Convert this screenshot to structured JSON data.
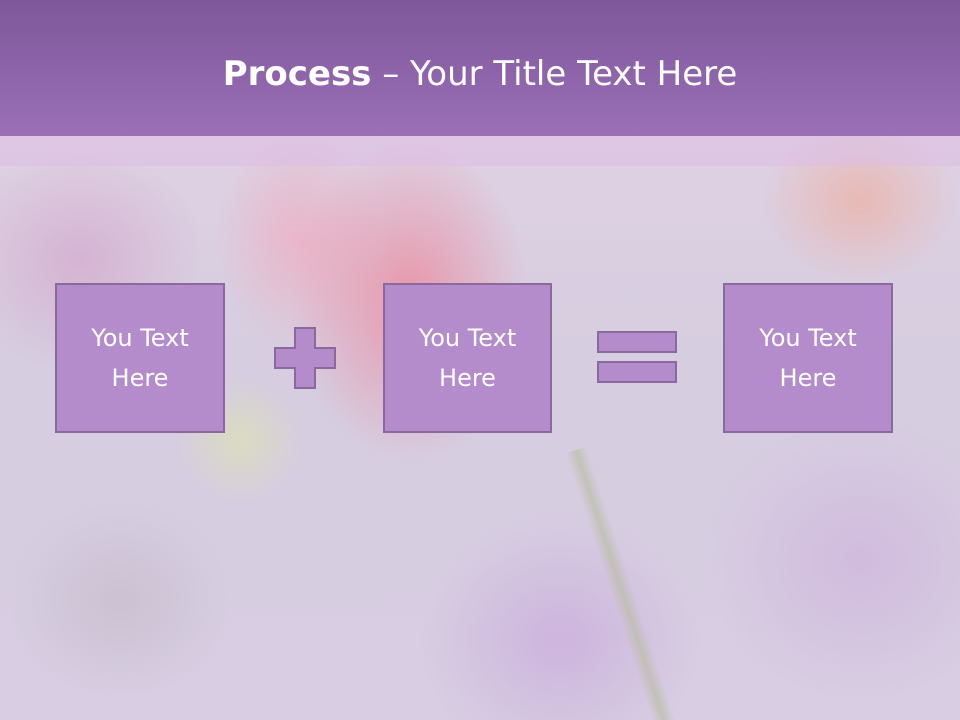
{
  "slide": {
    "title_bold": "Process",
    "title_rest": " – Your Title Text Here",
    "boxes": [
      {
        "text": "You Text Here"
      },
      {
        "text": "You Text Here"
      },
      {
        "text": "You Text Here"
      }
    ],
    "operators": [
      "plus-icon",
      "equals-icon"
    ]
  },
  "colors": {
    "header": "#9a6fb6",
    "box_fill": "#b48ccb",
    "box_border": "#8a6a9c"
  }
}
